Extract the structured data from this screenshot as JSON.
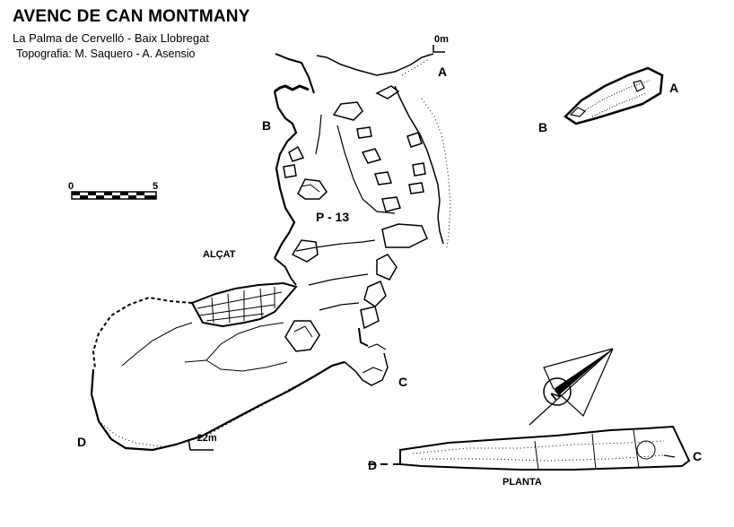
{
  "header": {
    "title": "AVENC DE CAN MONTMANY",
    "location": "La Palma de Cervelló - Baix Llobregat",
    "survey": "Topografia: M. Saquero - A. Asensio"
  },
  "scale_bar": {
    "start": "0",
    "end": "5"
  },
  "section": {
    "label": "ALÇAT",
    "pitch_label": "P - 13",
    "depth_top": "0m",
    "depth_bottom": "-22m",
    "points": {
      "a": "A",
      "b": "B",
      "c": "C",
      "d": "D"
    }
  },
  "entrance_plan": {
    "a": "A",
    "b": "B"
  },
  "plan": {
    "label": "PLANTA",
    "c": "C",
    "d": "D"
  },
  "north_arrow": {
    "letter": "N"
  }
}
